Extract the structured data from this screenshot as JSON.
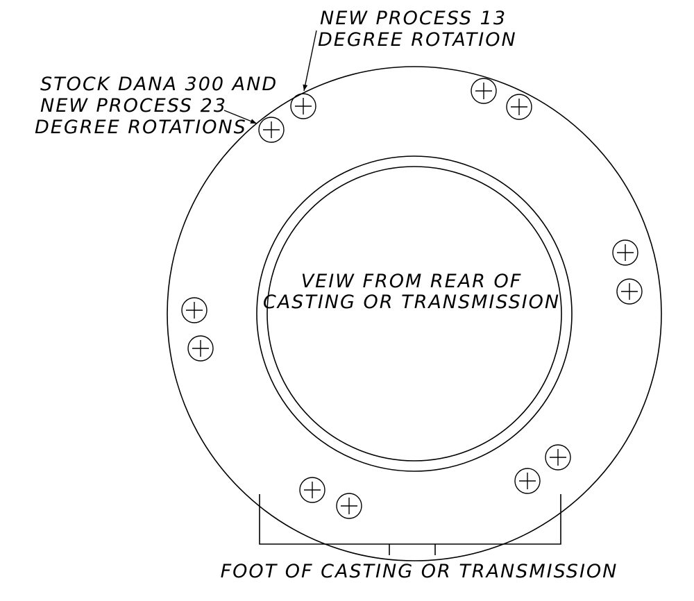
{
  "labels": {
    "np13_line1": "NEW PROCESS 13",
    "np13_line2": "DEGREE ROTATION",
    "stock_line1": "STOCK DANA 300 AND",
    "stock_line2": "NEW PROCESS 23",
    "stock_line3": "DEGREE ROTATIONS",
    "center_line1": "VEIW FROM REAR OF",
    "center_line2": "CASTING OR TRANSMISSION",
    "foot": "FOOT OF CASTING OR TRANSMISSION"
  },
  "colors": {
    "line": "#000000",
    "background": "#ffffff"
  }
}
